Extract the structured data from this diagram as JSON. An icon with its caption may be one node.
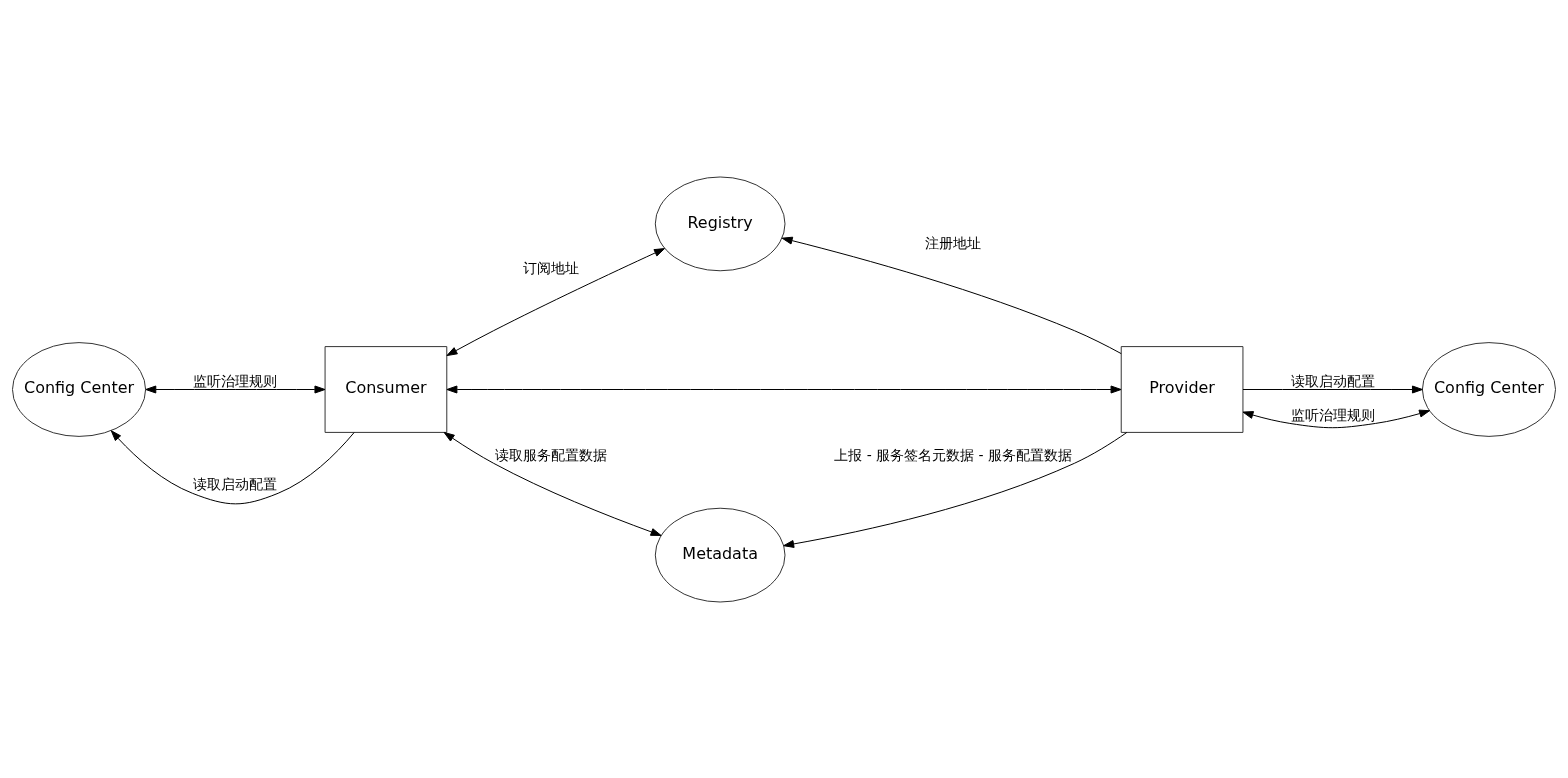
{
  "diagram": {
    "nodes": [
      {
        "text": [
          "Registry"
        ]
      },
      {
        "text": [
          "Config Center"
        ]
      },
      {
        "text": [
          "Consumer"
        ]
      },
      {
        "text": [
          "Provider"
        ]
      },
      {
        "text": [
          "Config Center"
        ]
      },
      {
        "text": [
          "Metadata"
        ]
      }
    ],
    "edges": [
      {
        "from": 2,
        "to": 0,
        "arrow": "both",
        "label": "订阅地址"
      },
      {
        "from": 3,
        "to": 0,
        "arrow": "to",
        "label": "注册地址"
      },
      {
        "from": 2,
        "to": 1,
        "arrow": "to",
        "label": "读取启动配置"
      },
      {
        "from": 1,
        "to": 2,
        "arrow": "both",
        "label": "监听治理规则"
      },
      {
        "from": 2,
        "to": 3,
        "arrow": "both"
      },
      {
        "from": 3,
        "to": 4,
        "arrow": "to",
        "label": "读取启动配置"
      },
      {
        "from": 3,
        "to": 4,
        "arrow": "both",
        "label": "监听治理规则"
      },
      {
        "from": 2,
        "to": 5,
        "arrow": "both",
        "label": "读取服务配置数据"
      },
      {
        "from": 3,
        "to": 5,
        "arrow": "to",
        "label": "上报 - 服务签名元数据 - 服务配置数据"
      }
    ]
  }
}
